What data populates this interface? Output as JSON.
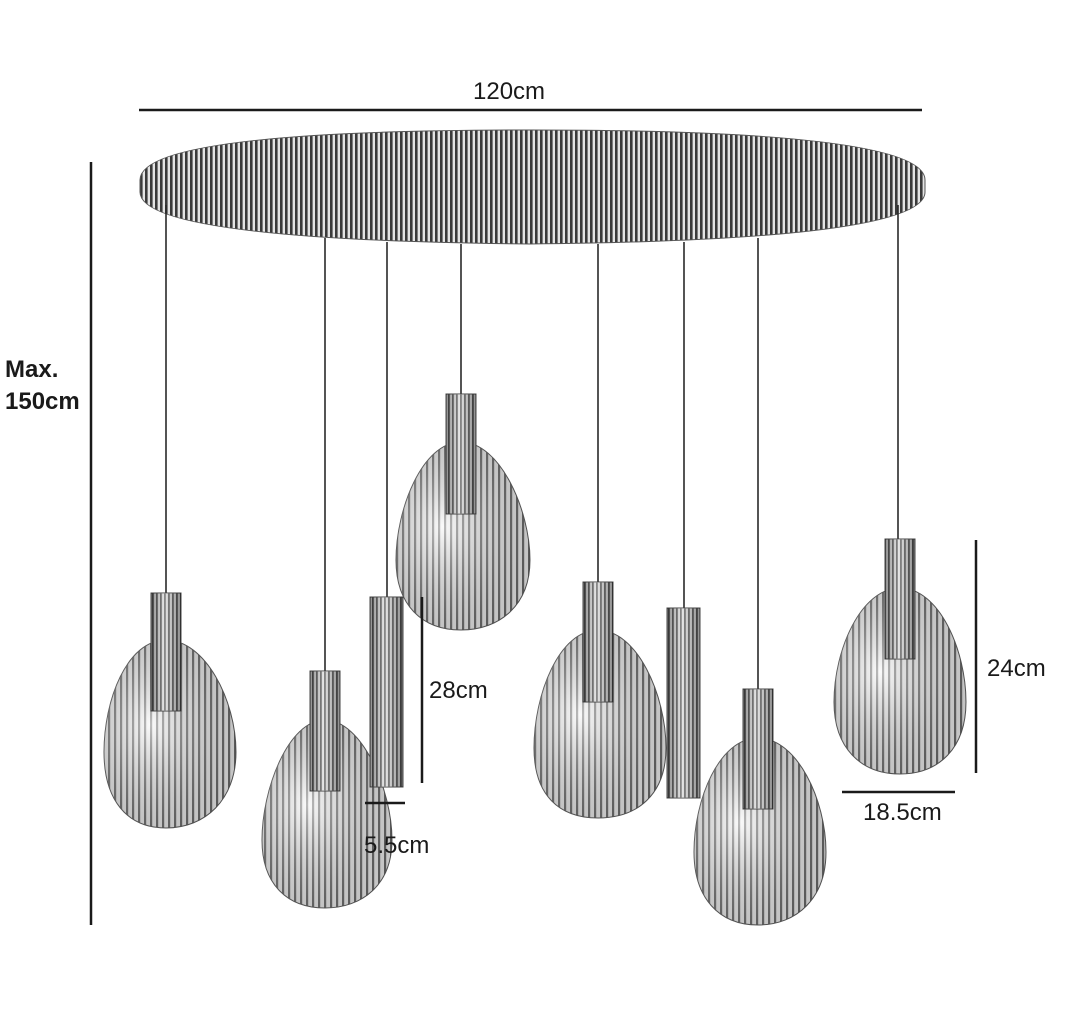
{
  "dimensions": {
    "width": "120cm",
    "max_height_line1": "Max.",
    "max_height_line2": "150cm",
    "cylinder_height": "28cm",
    "cylinder_diameter": "5.5cm",
    "shade_height": "24cm",
    "shade_width": "18.5cm"
  },
  "colors": {
    "line": "#1a1a1a",
    "stripe_dark": "#3a3a3a",
    "stripe_light": "#e6e6e6",
    "glass_light": "#f4f4f4"
  }
}
